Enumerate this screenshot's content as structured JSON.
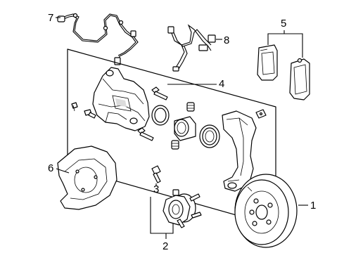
{
  "diagram": {
    "callouts": {
      "c1": "1",
      "c2": "2",
      "c3": "3",
      "c4": "4",
      "c5": "5",
      "c6": "6",
      "c7": "7",
      "c8": "8"
    },
    "parts": [
      "brake-rotor",
      "hub-bearing-assembly",
      "hub-bolt",
      "caliper-assembly",
      "brake-pads",
      "splash-shield",
      "abs-sensor",
      "brake-hose"
    ]
  }
}
